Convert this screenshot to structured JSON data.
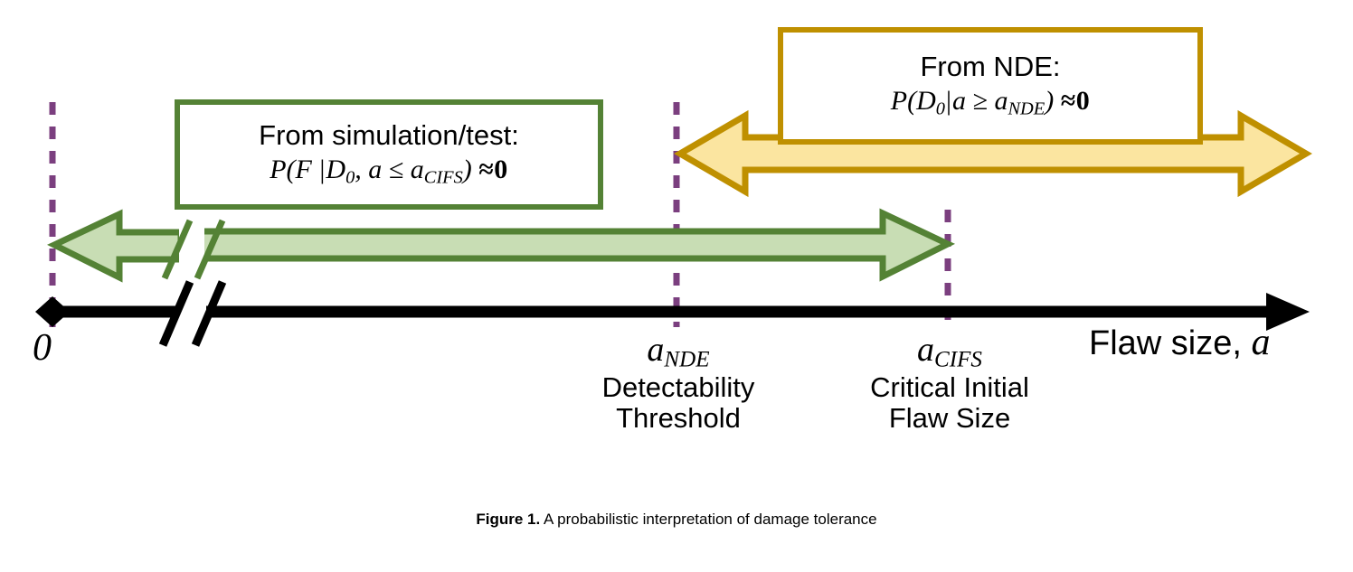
{
  "figure": {
    "caption_label": "Figure 1.",
    "caption_text": " A probabilistic interpretation of damage tolerance"
  },
  "axis": {
    "title_text": "Flaw size, ",
    "title_variable": "a",
    "origin_label": "0",
    "ticks": [
      {
        "id": "a_nde",
        "symbol_base": "a",
        "symbol_sub": "NDE",
        "desc_line1": "Detectability",
        "desc_line2": "Threshold"
      },
      {
        "id": "a_cifs",
        "symbol_base": "a",
        "symbol_sub": "CIFS",
        "desc_line1": "Critical Initial",
        "desc_line2": "Flaw Size"
      }
    ]
  },
  "callouts": [
    {
      "id": "simulation-test",
      "title": "From simulation/test:",
      "formula_prefix": "P(F ",
      "formula_bar": "|",
      "formula_cond": "D",
      "formula_cond_sub": "0",
      "formula_mid": ", a ≤ a",
      "formula_mid_sub": "CIFS",
      "formula_close": ")",
      "formula_approx": "≈0",
      "border_color": "#548235",
      "fill_color": "#ffffff"
    },
    {
      "id": "nde",
      "title": "From NDE:",
      "formula_prefix": "P(D",
      "formula_prefix_sub": "0",
      "formula_bar": "|",
      "formula_mid": "a ≥ a",
      "formula_mid_sub": "NDE",
      "formula_close": ")",
      "formula_approx": "≈0",
      "border_color": "#bf9000",
      "fill_color": "#ffffff"
    }
  ],
  "arrows": [
    {
      "id": "simulation-range-arrow",
      "direction": "left-and-right",
      "fill_color": "#c8ddb4",
      "stroke_color": "#548235",
      "description": "green band spanning from 0 to a_CIFS with an axis break"
    },
    {
      "id": "nde-range-arrow",
      "direction": "double",
      "fill_color": "#fbe5a0",
      "stroke_color": "#bf9000",
      "description": "gold double-headed band spanning from a_NDE rightward"
    }
  ],
  "guides": {
    "dashed_color": "#7b3f7f",
    "axis_color": "#000000",
    "count": 3
  }
}
